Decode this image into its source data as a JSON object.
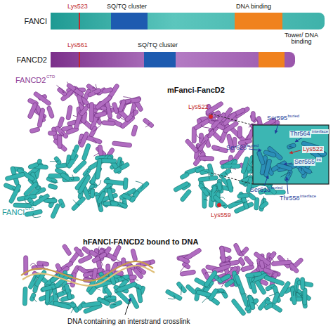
{
  "diagram": {
    "nodes": [
      {
        "text": [
          "FANCI"
        ]
      },
      {
        "text": [
          "FANCD2"
        ]
      }
    ],
    "labels": [
      "Lys523",
      "SQ/TQ cluster",
      "DNA binding",
      "Lys561",
      "SQ/TQ cluster",
      "Tower/ DNA binding",
      "FANCD2",
      "CTD",
      "mFanci-FancD2",
      "Lys522",
      "Ser595",
      "buried",
      "Thr564",
      "interface",
      "Ser628",
      "buried",
      "Lys522",
      "Ser555",
      "int",
      "Ser616",
      "buried",
      "Thr558",
      "interface",
      "Lys559",
      "FANCI",
      "CTD",
      "hFANCI-FANCD2 bound to DNA",
      "DNA containing an interstrand crosslink"
    ]
  }
}
